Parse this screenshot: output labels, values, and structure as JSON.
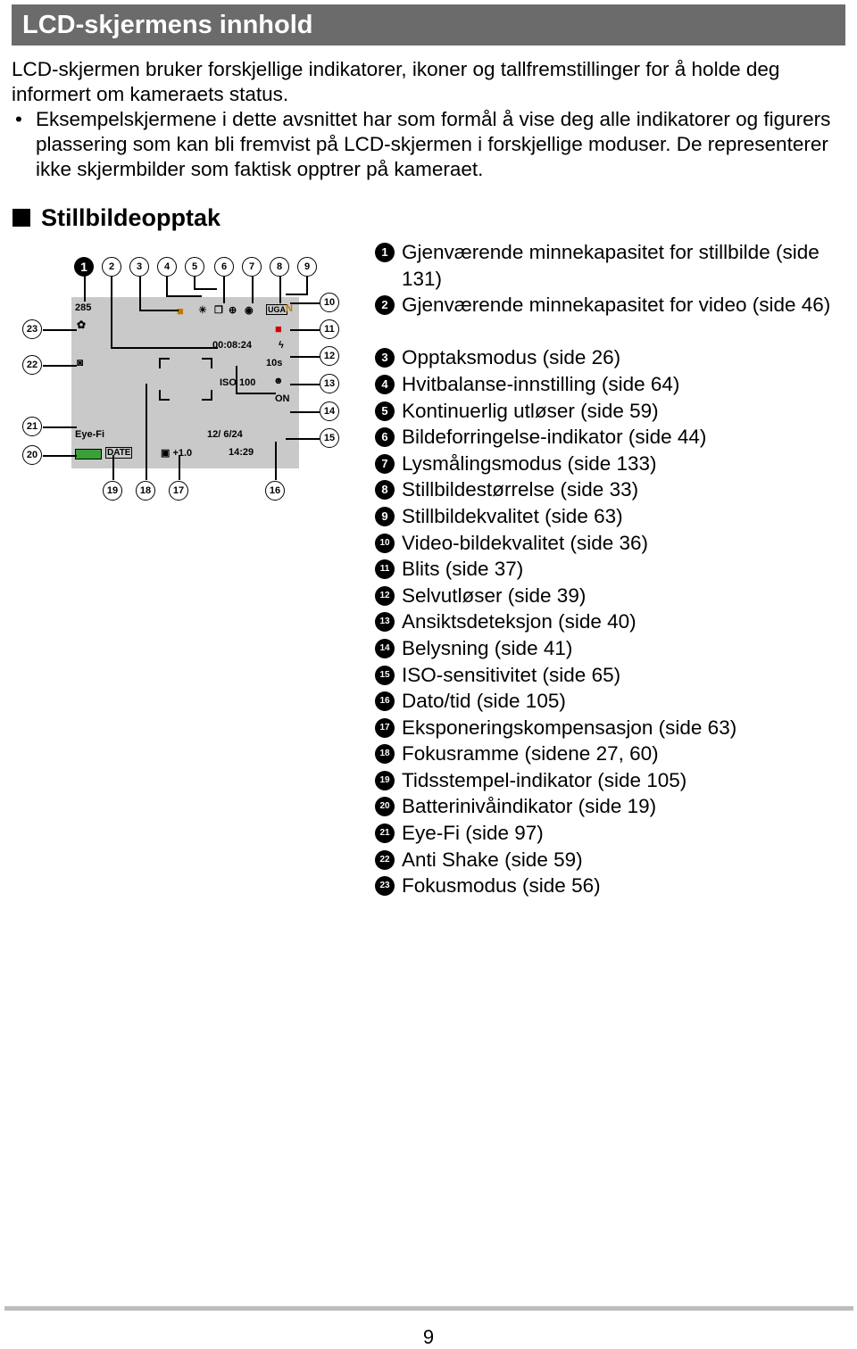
{
  "header": {
    "title": "LCD-skjermens innhold"
  },
  "intro": {
    "paragraph": "LCD-skjermen bruker forskjellige indikatorer, ikoner og tallfremstillinger for å holde deg informert om kameraets status.",
    "bullet": "Eksempelskjermene i dette avsnittet har som formål å vise deg alle indikatorer og figurers plassering som kan bli fremvist på LCD-skjermen i forskjellige moduser. De representerer ikke skjermbilder som faktisk opptrer på kameraet."
  },
  "section": {
    "title": "Stillbildeopptak"
  },
  "lcd": {
    "shots_remaining": "285",
    "movie_time": "00:08:24",
    "iso": "ISO 100",
    "date": "12/ 6/24",
    "time": "14:29",
    "exposure": "+1.0",
    "eyefi": "Eye-Fi",
    "date_stamp": "DATE",
    "timer": "10s",
    "size": "UGA",
    "quality": "N",
    "light": "ON"
  },
  "callouts": [
    "1",
    "2",
    "3",
    "4",
    "5",
    "6",
    "7",
    "8",
    "9",
    "10",
    "11",
    "12",
    "13",
    "14",
    "15",
    "16",
    "17",
    "18",
    "19",
    "20",
    "21",
    "22",
    "23"
  ],
  "legend": [
    {
      "n": "1",
      "text": "Gjenværende minnekapasitet for stillbilde (side 131)"
    },
    {
      "n": "2",
      "text": "Gjenværende minnekapasitet for video (side 46)"
    },
    {
      "n": "3",
      "text": "Opptaksmodus (side 26)"
    },
    {
      "n": "4",
      "text": "Hvitbalanse-innstilling (side 64)"
    },
    {
      "n": "5",
      "text": "Kontinuerlig utløser (side 59)"
    },
    {
      "n": "6",
      "text": "Bildeforringelse-indikator (side 44)"
    },
    {
      "n": "7",
      "text": "Lysmålingsmodus (side 133)"
    },
    {
      "n": "8",
      "text": "Stillbildestørrelse (side 33)"
    },
    {
      "n": "9",
      "text": "Stillbildekvalitet (side 63)"
    },
    {
      "n": "10",
      "text": "Video-bildekvalitet (side 36)"
    },
    {
      "n": "11",
      "text": "Blits (side 37)"
    },
    {
      "n": "12",
      "text": "Selvutløser (side 39)"
    },
    {
      "n": "13",
      "text": "Ansiktsdeteksjon (side 40)"
    },
    {
      "n": "14",
      "text": "Belysning (side 41)"
    },
    {
      "n": "15",
      "text": "ISO-sensitivitet (side 65)"
    },
    {
      "n": "16",
      "text": "Dato/tid (side 105)"
    },
    {
      "n": "17",
      "text": "Eksponeringskompensasjon (side 63)"
    },
    {
      "n": "18",
      "text": "Fokusramme (sidene 27, 60)"
    },
    {
      "n": "19",
      "text": "Tidsstempel-indikator (side 105)"
    },
    {
      "n": "20",
      "text": "Batterinivåindikator (side 19)"
    },
    {
      "n": "21",
      "text": "Eye-Fi (side 97)"
    },
    {
      "n": "22",
      "text": "Anti Shake (side 59)"
    },
    {
      "n": "23",
      "text": "Fokusmodus (side 56)"
    }
  ],
  "footer": {
    "page": "9"
  }
}
